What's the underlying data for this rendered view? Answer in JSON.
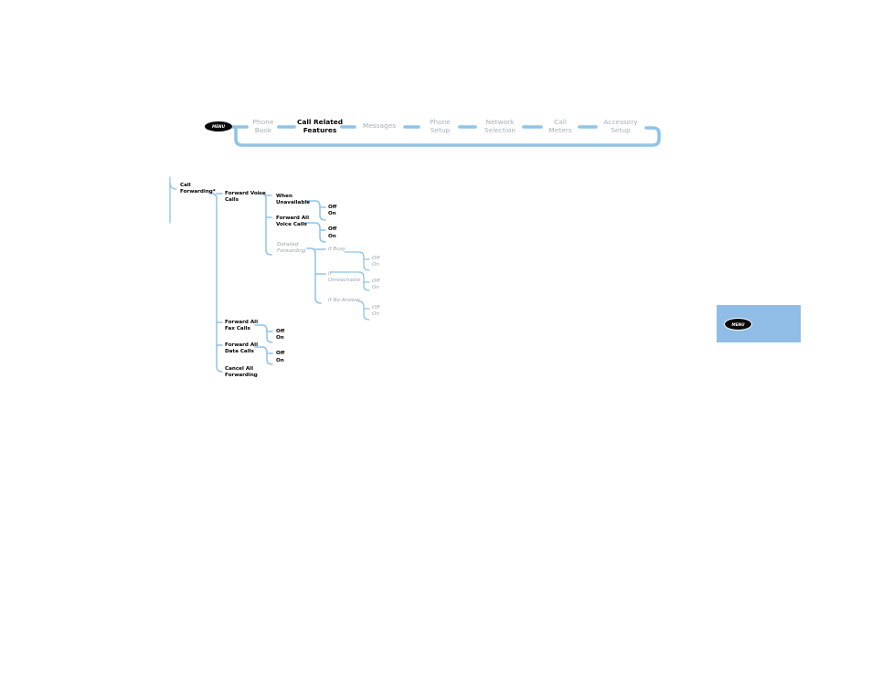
{
  "header": {
    "menu_key_label": "MENU",
    "nav_items": [
      {
        "label": [
          "Phone",
          "Book"
        ],
        "active": false
      },
      {
        "label": [
          "Call Related",
          "Features"
        ],
        "active": true
      },
      {
        "label": [
          "Messages"
        ],
        "active": false
      },
      {
        "label": [
          "Phone",
          "Setup"
        ],
        "active": false
      },
      {
        "label": [
          "Network",
          "Selection"
        ],
        "active": false
      },
      {
        "label": [
          "Call",
          "Meters"
        ],
        "active": false
      },
      {
        "label": [
          "Accessory",
          "Setup"
        ],
        "active": false
      }
    ]
  },
  "tree": {
    "root": [
      "Call",
      "Forwarding*"
    ],
    "forward_voice_calls": [
      "Forward Voice",
      "Calls"
    ],
    "when_unavailable": [
      "When",
      "Unavailable"
    ],
    "forward_all_voice_calls": [
      "Forward All",
      "Voice Calls"
    ],
    "detailed_forwarding": [
      "Detailed",
      "Forwarding"
    ],
    "if_busy": "If Busy",
    "if_unreachable": [
      "If",
      "Unreachable"
    ],
    "if_no_answer": "If No Answer",
    "forward_all_fax_calls": [
      "Forward All",
      "Fax Calls"
    ],
    "forward_all_data_calls": [
      "Forward All",
      "Data Calls"
    ],
    "cancel_all_forwarding": [
      "Cancel All",
      "Forwarding"
    ],
    "off": "Off",
    "on": "On"
  },
  "side_tab": {
    "menu_key_label": "MENU"
  },
  "colors": {
    "line": "#8fc4e8",
    "tab": "#8fbde6",
    "inactive_text": "#a8b0b8"
  }
}
